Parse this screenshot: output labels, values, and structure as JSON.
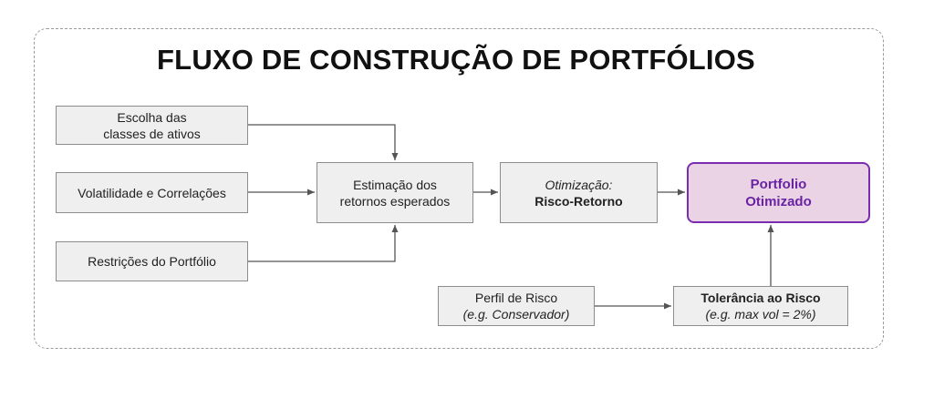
{
  "title": "FLUXO DE CONSTRUÇÃO DE PORTFÓLIOS",
  "nodes": {
    "asset_classes": {
      "line1": "Escolha das",
      "line2": "classes de ativos"
    },
    "volatility": {
      "line1": "Volatilidade e Correlações"
    },
    "constraints": {
      "line1": "Restrições do Portfólio"
    },
    "estimation": {
      "line1": "Estimação dos",
      "line2": "retornos esperados"
    },
    "optimization": {
      "line1": "Otimização:",
      "line2": "Risco-Retorno"
    },
    "portfolio": {
      "line1": "Portfolio",
      "line2": "Otimizado"
    },
    "risk_profile": {
      "line1": "Perfil de Risco",
      "line2": "(e.g. Conservador)"
    },
    "risk_tolerance": {
      "line1": "Tolerância ao Risco",
      "line2": "(e.g. max vol = 2%)"
    }
  },
  "colors": {
    "accent_border": "#7a2db0",
    "accent_fill": "#e9d3e4",
    "box_fill": "#efefef",
    "arrow": "#555555"
  }
}
